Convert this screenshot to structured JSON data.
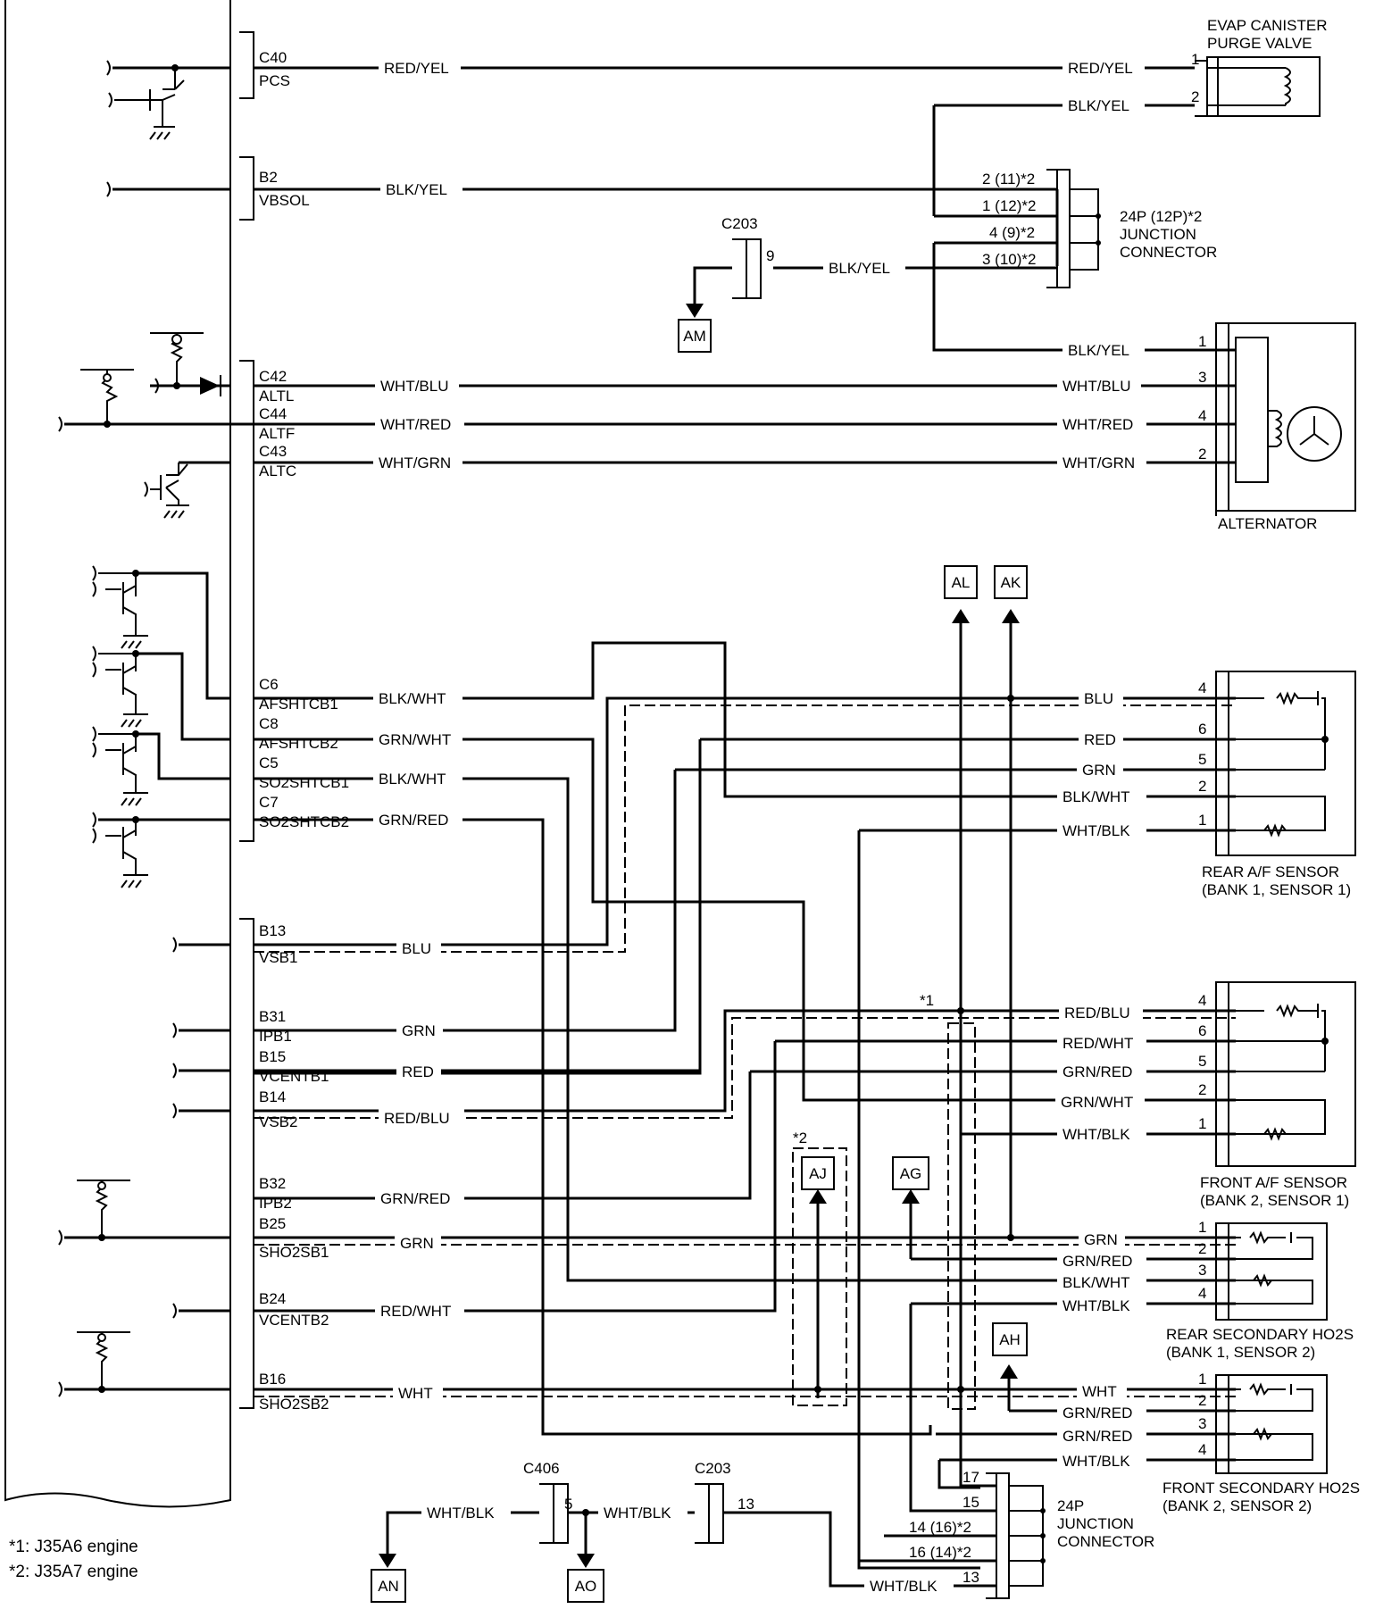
{
  "ecm": {
    "pins": [
      {
        "code": "C40",
        "name": "PCS"
      },
      {
        "code": "B2",
        "name": "VBSOL"
      },
      {
        "code": "C42",
        "name": "ALTL"
      },
      {
        "code": "C44",
        "name": "ALTF"
      },
      {
        "code": "C43",
        "name": "ALTC"
      },
      {
        "code": "C6",
        "name": "AFSHTCB1"
      },
      {
        "code": "C8",
        "name": "AFSHTCB2"
      },
      {
        "code": "C5",
        "name": "SO2SHTCB1"
      },
      {
        "code": "C7",
        "name": "SO2SHTCB2"
      },
      {
        "code": "B13",
        "name": "VSB1"
      },
      {
        "code": "B31",
        "name": "IPB1"
      },
      {
        "code": "B15",
        "name": "VCENTB1"
      },
      {
        "code": "B14",
        "name": "VSB2"
      },
      {
        "code": "B32",
        "name": "IPB2"
      },
      {
        "code": "B25",
        "name": "SHO2SB1"
      },
      {
        "code": "B24",
        "name": "VCENTB2"
      },
      {
        "code": "B16",
        "name": "SHO2SB2"
      }
    ]
  },
  "wire_labels": [
    "RED/YEL",
    "RED/YEL",
    "BLK/YEL",
    "BLK/YEL",
    "BLK/YEL",
    "BLK/YEL",
    "WHT/BLU",
    "WHT/BLU",
    "WHT/RED",
    "WHT/RED",
    "WHT/GRN",
    "WHT/GRN",
    "BLK/WHT",
    "GRN/WHT",
    "BLK/WHT",
    "GRN/RED",
    "BLU",
    "RED",
    "GRN",
    "BLK/WHT",
    "WHT/BLK",
    "BLU",
    "GRN",
    "RED",
    "RED/BLU",
    "GRN/RED",
    "GRN",
    "RED/WHT",
    "WHT",
    "RED/BLU",
    "RED/WHT",
    "GRN/RED",
    "GRN/WHT",
    "WHT/BLK",
    "GRN",
    "GRN/RED",
    "BLK/WHT",
    "WHT/BLK",
    "WHT",
    "GRN/RED",
    "GRN/RED",
    "WHT/BLK",
    "WHT/BLK",
    "WHT/BLK",
    "WHT/BLK"
  ],
  "components": {
    "evap": {
      "line1": "EVAP CANISTER",
      "line2": "PURGE VALVE",
      "pins": [
        "1",
        "2"
      ]
    },
    "alternator": {
      "name": "ALTERNATOR",
      "pins": [
        "1",
        "3",
        "4",
        "2"
      ]
    },
    "rear_af": {
      "line1": "REAR A/F SENSOR",
      "line2": "(BANK 1, SENSOR 1)",
      "pins": [
        "4",
        "6",
        "5",
        "2",
        "1"
      ]
    },
    "front_af": {
      "line1": "FRONT A/F SENSOR",
      "line2": "(BANK 2, SENSOR 1)",
      "pins": [
        "4",
        "6",
        "5",
        "2",
        "1"
      ]
    },
    "rear_ho2s": {
      "line1": "REAR SECONDARY HO2S",
      "line2": "(BANK 1, SENSOR 2)",
      "pins": [
        "1",
        "2",
        "3",
        "4"
      ]
    },
    "front_ho2s": {
      "line1": "FRONT SECONDARY HO2S",
      "line2": "(BANK 2, SENSOR 2)",
      "pins": [
        "1",
        "2",
        "3",
        "4"
      ]
    }
  },
  "junction_top": {
    "line1": "24P (12P)*2",
    "line2": "JUNCTION",
    "line3": "CONNECTOR",
    "pins": [
      "2 (11)*2",
      "1 (12)*2",
      "4 (9)*2",
      "3 (10)*2"
    ]
  },
  "junction_bottom": {
    "line1": "24P",
    "line2": "JUNCTION",
    "line3": "CONNECTOR",
    "pins": [
      "17",
      "15",
      "14 (16)*2",
      "16 (14)*2",
      "13"
    ]
  },
  "connectors": {
    "c203_top": {
      "name": "C203",
      "pin": "9"
    },
    "c406": {
      "name": "C406",
      "pin": "5"
    },
    "c203_bottom": {
      "name": "C203",
      "pin": "13"
    }
  },
  "refs": [
    "AM",
    "AL",
    "AK",
    "AJ",
    "AG",
    "AH",
    "AN",
    "AO"
  ],
  "notes": {
    "star1": "*1",
    "star2": "*2",
    "footnote1": "*1: J35A6 engine",
    "footnote2": "*2: J35A7 engine"
  }
}
